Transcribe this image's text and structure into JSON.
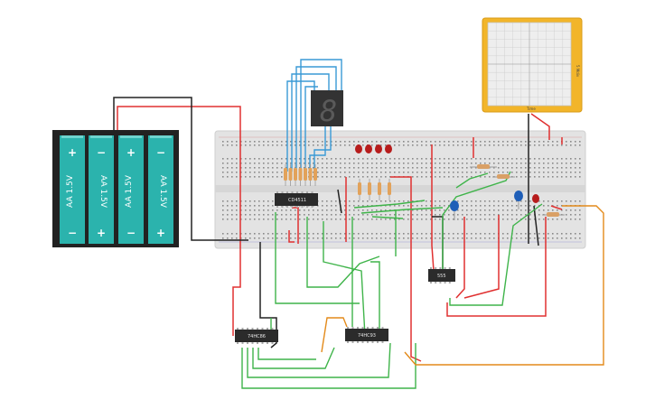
{
  "battery": {
    "cells": [
      {
        "label": "AA 1.5V",
        "top_sign": "+",
        "bottom_sign": "−"
      },
      {
        "label": "AA 1.5V",
        "top_sign": "−",
        "bottom_sign": "+"
      },
      {
        "label": "AA 1.5V",
        "top_sign": "+",
        "bottom_sign": "−"
      },
      {
        "label": "AA 1.5V",
        "top_sign": "−",
        "bottom_sign": "+"
      }
    ],
    "cell_color": "#2bb3ad",
    "case_color": "#222222"
  },
  "chips": {
    "decoder": "CD4511",
    "timer": "555",
    "xor": "74HC86",
    "counter": "74HC93"
  },
  "display": {
    "digit": "8"
  },
  "oscilloscope": {
    "ylabel": "5 Mdiv",
    "xlabel": "Time"
  },
  "colors": {
    "wire_red": "#e03030",
    "wire_green": "#3fb44a",
    "wire_blue": "#3a9ad6",
    "wire_black": "#222222",
    "wire_orange": "#e38a1a",
    "breadboard": "#e6e6e6",
    "scope_frame": "#f2b52a"
  }
}
